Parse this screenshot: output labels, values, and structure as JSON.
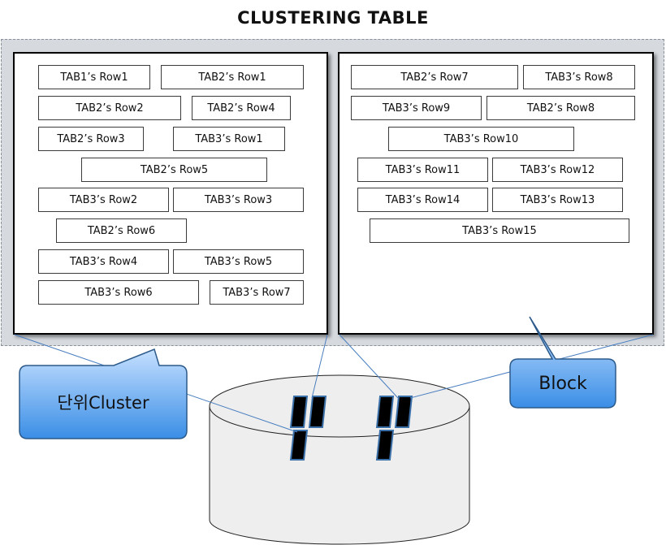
{
  "title": "CLUSTERING TABLE",
  "blocks": [
    {
      "rows": [
        {
          "label": "TAB1’s Row1"
        },
        {
          "label": "TAB2’s Row1"
        },
        {
          "label": "TAB2’s Row2"
        },
        {
          "label": "TAB2’s Row4"
        },
        {
          "label": "TAB2’s Row3"
        },
        {
          "label": "TAB3’s Row1"
        },
        {
          "label": "TAB2’s Row5"
        },
        {
          "label": "TAB3’s Row2"
        },
        {
          "label": "TAB3’s Row3"
        },
        {
          "label": "TAB2’s Row6"
        },
        {
          "label": "TAB3’s Row4"
        },
        {
          "label": "TAB3’s Row5"
        },
        {
          "label": "TAB3’s Row6"
        },
        {
          "label": "TAB3’s Row7"
        }
      ]
    },
    {
      "rows": [
        {
          "label": "TAB2’s Row7"
        },
        {
          "label": "TAB3’s Row8"
        },
        {
          "label": "TAB3’s Row9"
        },
        {
          "label": "TAB2’s Row8"
        },
        {
          "label": "TAB3’s Row10"
        },
        {
          "label": "TAB3’s Row11"
        },
        {
          "label": "TAB3’s Row12"
        },
        {
          "label": "TAB3’s Row14"
        },
        {
          "label": "TAB3’s Row13"
        },
        {
          "label": "TAB3’s Row15"
        }
      ]
    }
  ],
  "callouts": {
    "cluster": "단위Cluster",
    "block": "Block"
  },
  "colors": {
    "callout_top": "#c6e0ff",
    "callout_bottom": "#3a8ee6",
    "callout_border": "#2c5a8a",
    "area_bg": "#d6dadf",
    "disk_fill": "#eeeeee"
  }
}
